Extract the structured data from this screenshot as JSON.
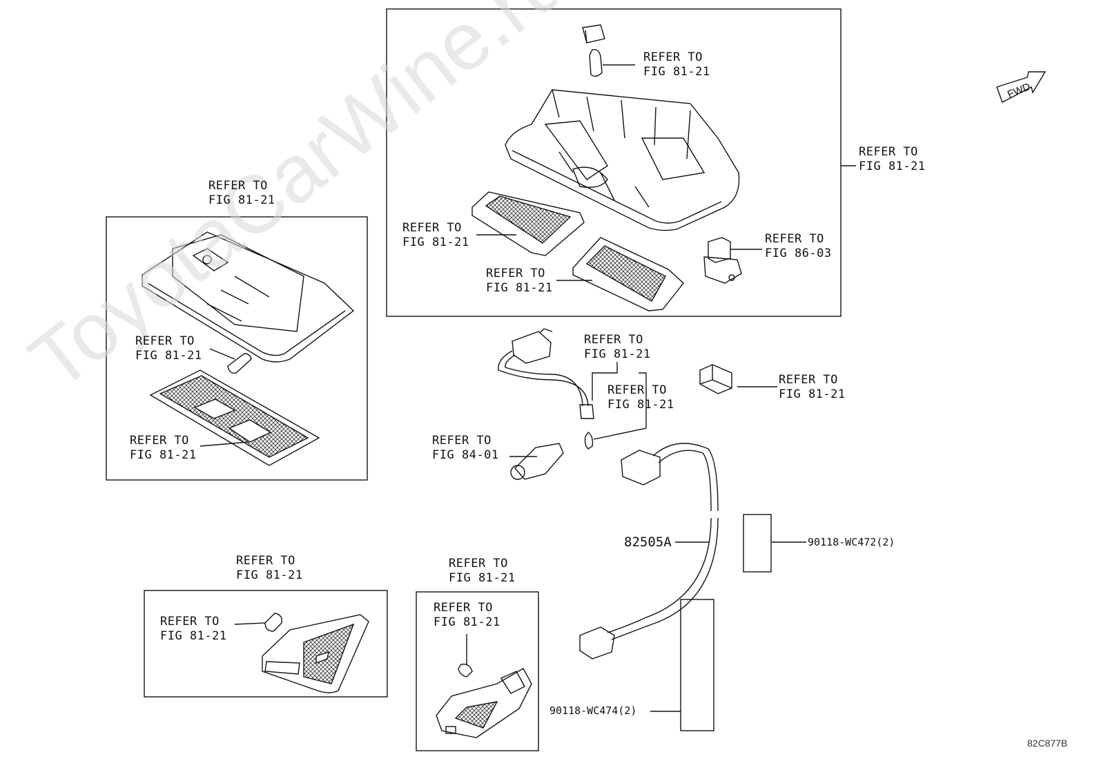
{
  "watermark": "ToyotaCarWine.ru",
  "fwd_label": "FWD",
  "image_id": "82C877B",
  "callouts": {
    "top_bulb": {
      "line1": "REFER TO",
      "line2": "FIG 81-21"
    },
    "top_box_right": {
      "line1": "REFER TO",
      "line2": "FIG 81-21"
    },
    "top_lens_left": {
      "line1": "REFER TO",
      "line2": "FIG 81-21"
    },
    "top_lens_right": {
      "line1": "REFER TO",
      "line2": "FIG 81-21"
    },
    "top_switch": {
      "line1": "REFER TO",
      "line2": "FIG 86-03"
    },
    "left_box_top": {
      "line1": "REFER TO",
      "line2": "FIG 81-21"
    },
    "left_bulb": {
      "line1": "REFER TO",
      "line2": "FIG 81-21"
    },
    "left_lens": {
      "line1": "REFER TO",
      "line2": "FIG 81-21"
    },
    "mid_socket": {
      "line1": "REFER TO",
      "line2": "FIG 81-21"
    },
    "mid_bulb": {
      "line1": "REFER TO",
      "line2": "FIG 81-21"
    },
    "mid_connector": {
      "line1": "REFER TO",
      "line2": "FIG 81-21"
    },
    "mid_switch": {
      "line1": "REFER TO",
      "line2": "FIG 84-01"
    },
    "bottom_left_box": {
      "line1": "REFER TO",
      "line2": "FIG 81-21"
    },
    "bottom_left_bulb": {
      "line1": "REFER TO",
      "line2": "FIG 81-21"
    },
    "bottom_mid_box": {
      "line1": "REFER TO",
      "line2": "FIG 81-21"
    },
    "bottom_mid_bulb": {
      "line1": "REFER TO",
      "line2": "FIG 81-21"
    }
  },
  "part_numbers": {
    "wire": "82505A",
    "tape_small": "90118-WC472(2)",
    "tape_large": "90118-WC474(2)"
  }
}
